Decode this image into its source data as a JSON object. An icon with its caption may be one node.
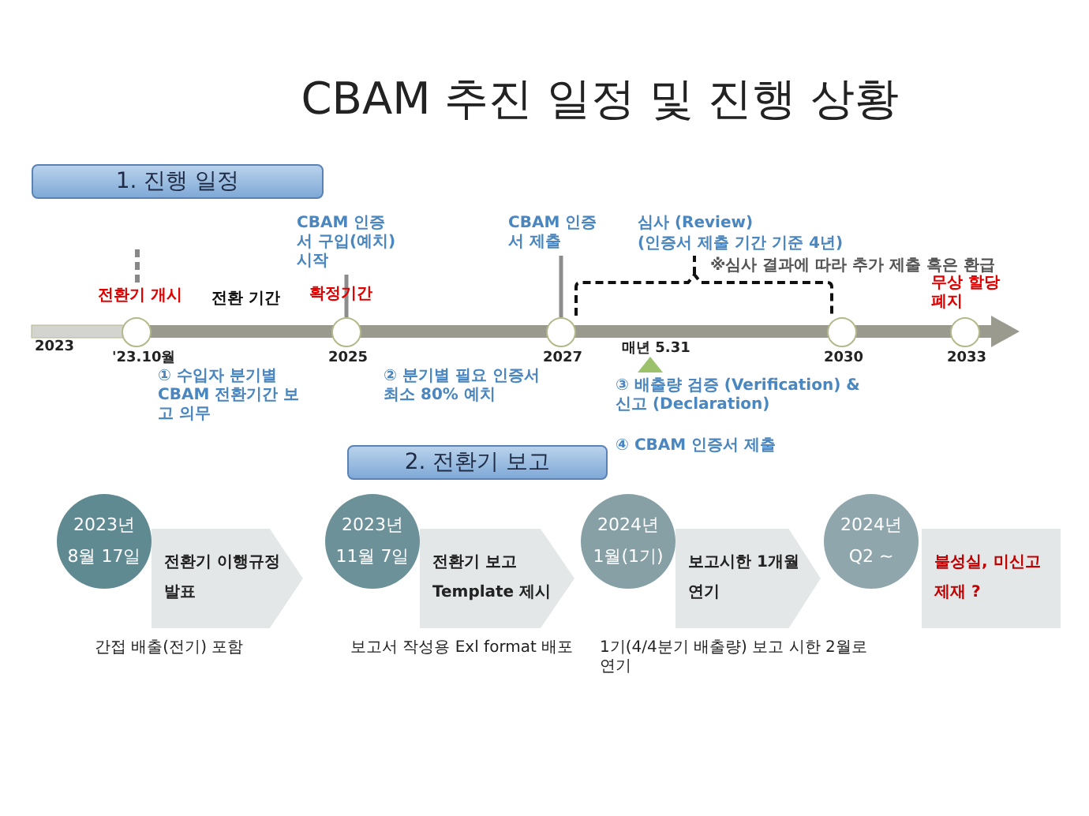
{
  "diagram": {
    "title": "CBAM 추진 일정 및 진행 상황",
    "nodes": [
      {
        "text": [
          "1. 진행 일정"
        ]
      },
      {
        "text": [
          "CBAM 인증서 구입(예치)시작"
        ]
      },
      {
        "text": [
          "CBAM 인증서 제출"
        ]
      },
      {
        "text": [],
        "shape": "circle",
        "beside": [
          "'23.10월"
        ]
      },
      {
        "text": [],
        "shape": "circle",
        "beside": [
          "2025"
        ]
      },
      {
        "text": [],
        "shape": "circle",
        "beside": [
          "2027"
        ]
      },
      {
        "text": [],
        "shape": "circle",
        "beside": [
          "2030"
        ]
      },
      {
        "text": [],
        "shape": "circle",
        "beside": [
          "2033"
        ]
      },
      {
        "text": [
          "2. 전환기 보고"
        ]
      },
      {
        "text": [
          "2023년",
          "8월 17일"
        ]
      },
      {
        "text": [
          "전환기 이행규정 발표"
        ],
        "beside": [
          "간접 배출(전기) 포함"
        ]
      },
      {
        "text": [
          "2023년",
          "11월 7일"
        ]
      },
      {
        "text": [
          "전환기 보고 Template 제시"
        ],
        "beside": [
          "보고서 작성용 Exl format 배포"
        ]
      },
      {
        "text": [
          "2024년",
          "1월(1기)"
        ]
      },
      {
        "text": [
          "보고시한 1개월 연기"
        ],
        "beside": [
          "1기(4/4분기 배출량) 보고 시한 2월로 연기"
        ]
      },
      {
        "text": [
          "2024년",
          "Q2 ~"
        ]
      },
      {
        "text": [
          "불성실, 미신고 제재 ?"
        ]
      }
    ],
    "edges": [
      {
        "from": 1,
        "to": 4,
        "arrow": "none"
      },
      {
        "from": 2,
        "to": 5,
        "arrow": "none"
      }
    ],
    "labels": [
      "2023",
      "전환기 개시",
      "전환 기간",
      "확정기간",
      "심사 (Review)",
      "(인증서 제출 기간 기준 4년)",
      "※심사 결과에 따라 추가 제출 혹은 환급",
      "무상 할당 폐지",
      "매년 5.31",
      "① 수입자 분기별 CBAM 전환기간 보고 의무",
      "② 분기별 필요 인증서 최소 80% 예치",
      "③ 배출량 검증 (Verification) & 신고 (Declaration)",
      "④ CBAM 인증서 제출"
    ]
  }
}
